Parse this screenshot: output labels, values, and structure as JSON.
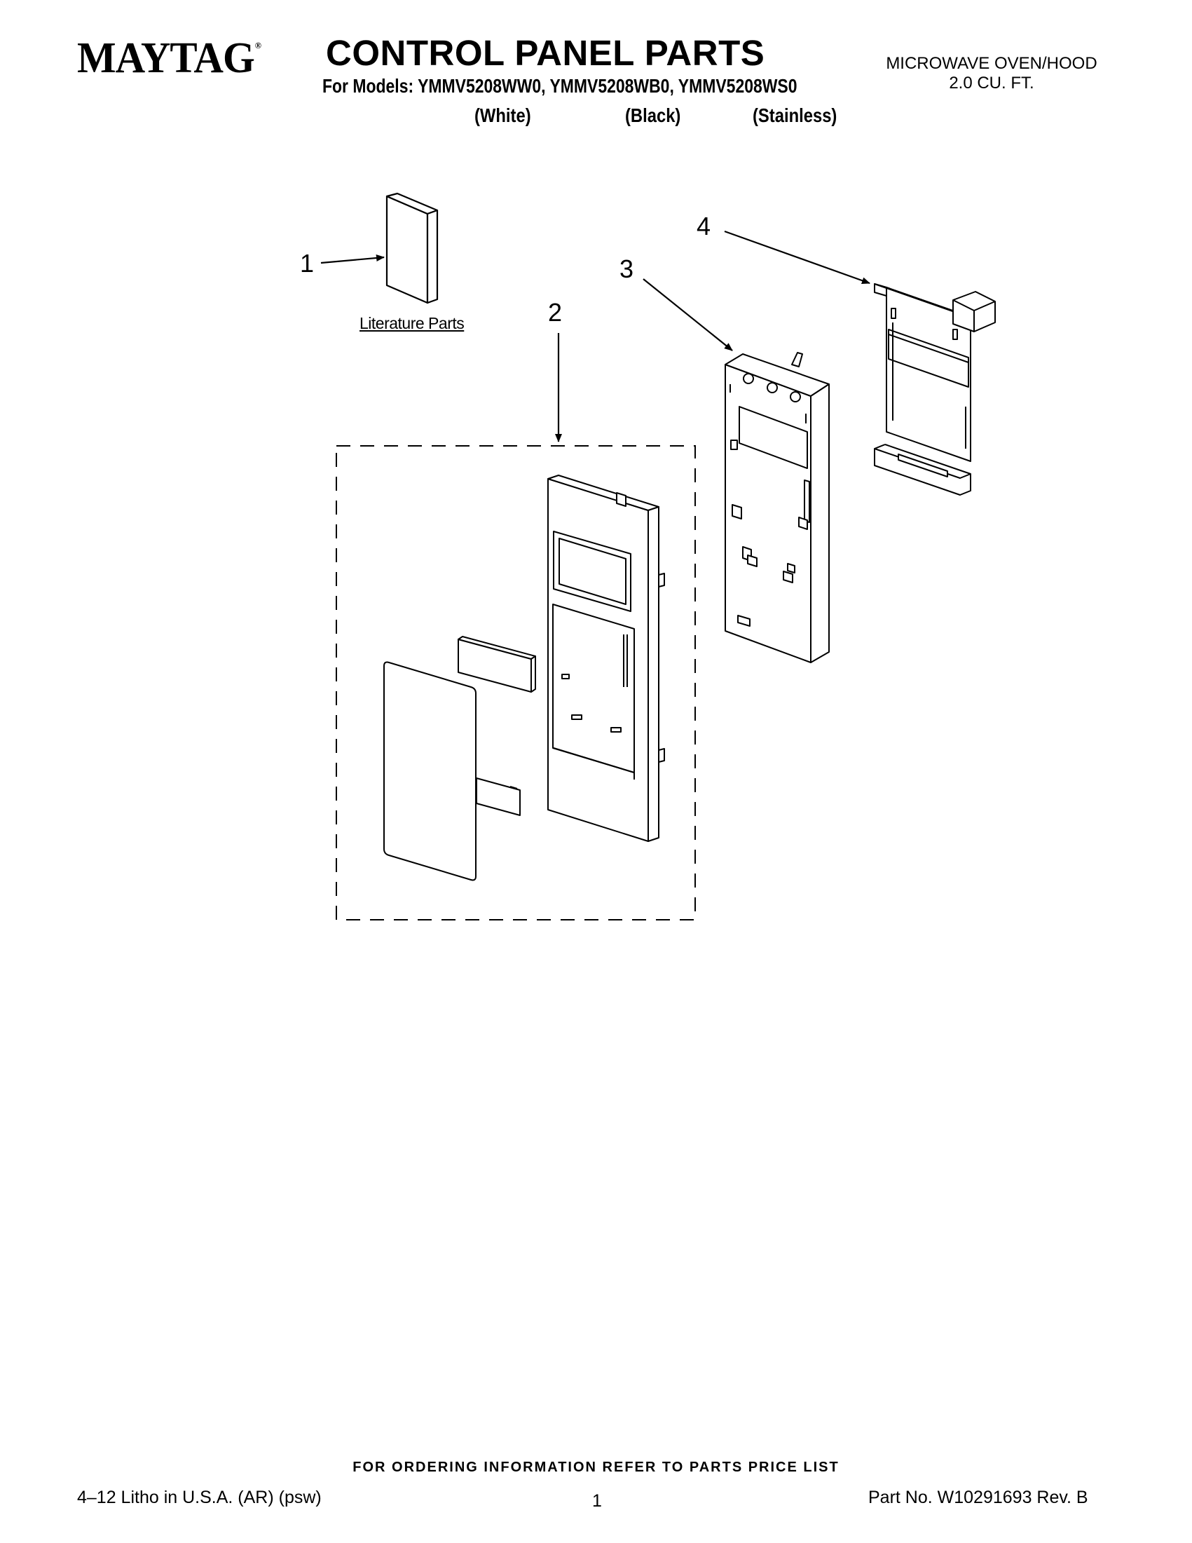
{
  "header": {
    "brand": "MAYTAG",
    "brand_mark": "®",
    "title": "CONTROL PANEL PARTS",
    "product_line1": "MICROWAVE OVEN/HOOD",
    "product_line2": "2.0 CU. FT.",
    "models_line": "For Models: YMMV5208WW0, YMMV5208WB0, YMMV5208WS0",
    "colors": [
      "(White)",
      "(Black)",
      "(Stainless)"
    ]
  },
  "diagram": {
    "callouts": [
      "1",
      "2",
      "3",
      "4"
    ],
    "literature_label": "Literature Parts"
  },
  "footer": {
    "ordering_note": "FOR ORDERING INFORMATION REFER TO PARTS PRICE LIST",
    "litho": "4–12 Litho in U.S.A. (AR) (psw)",
    "page_number": "1",
    "part_number": "Part No. W10291693 Rev. B"
  }
}
